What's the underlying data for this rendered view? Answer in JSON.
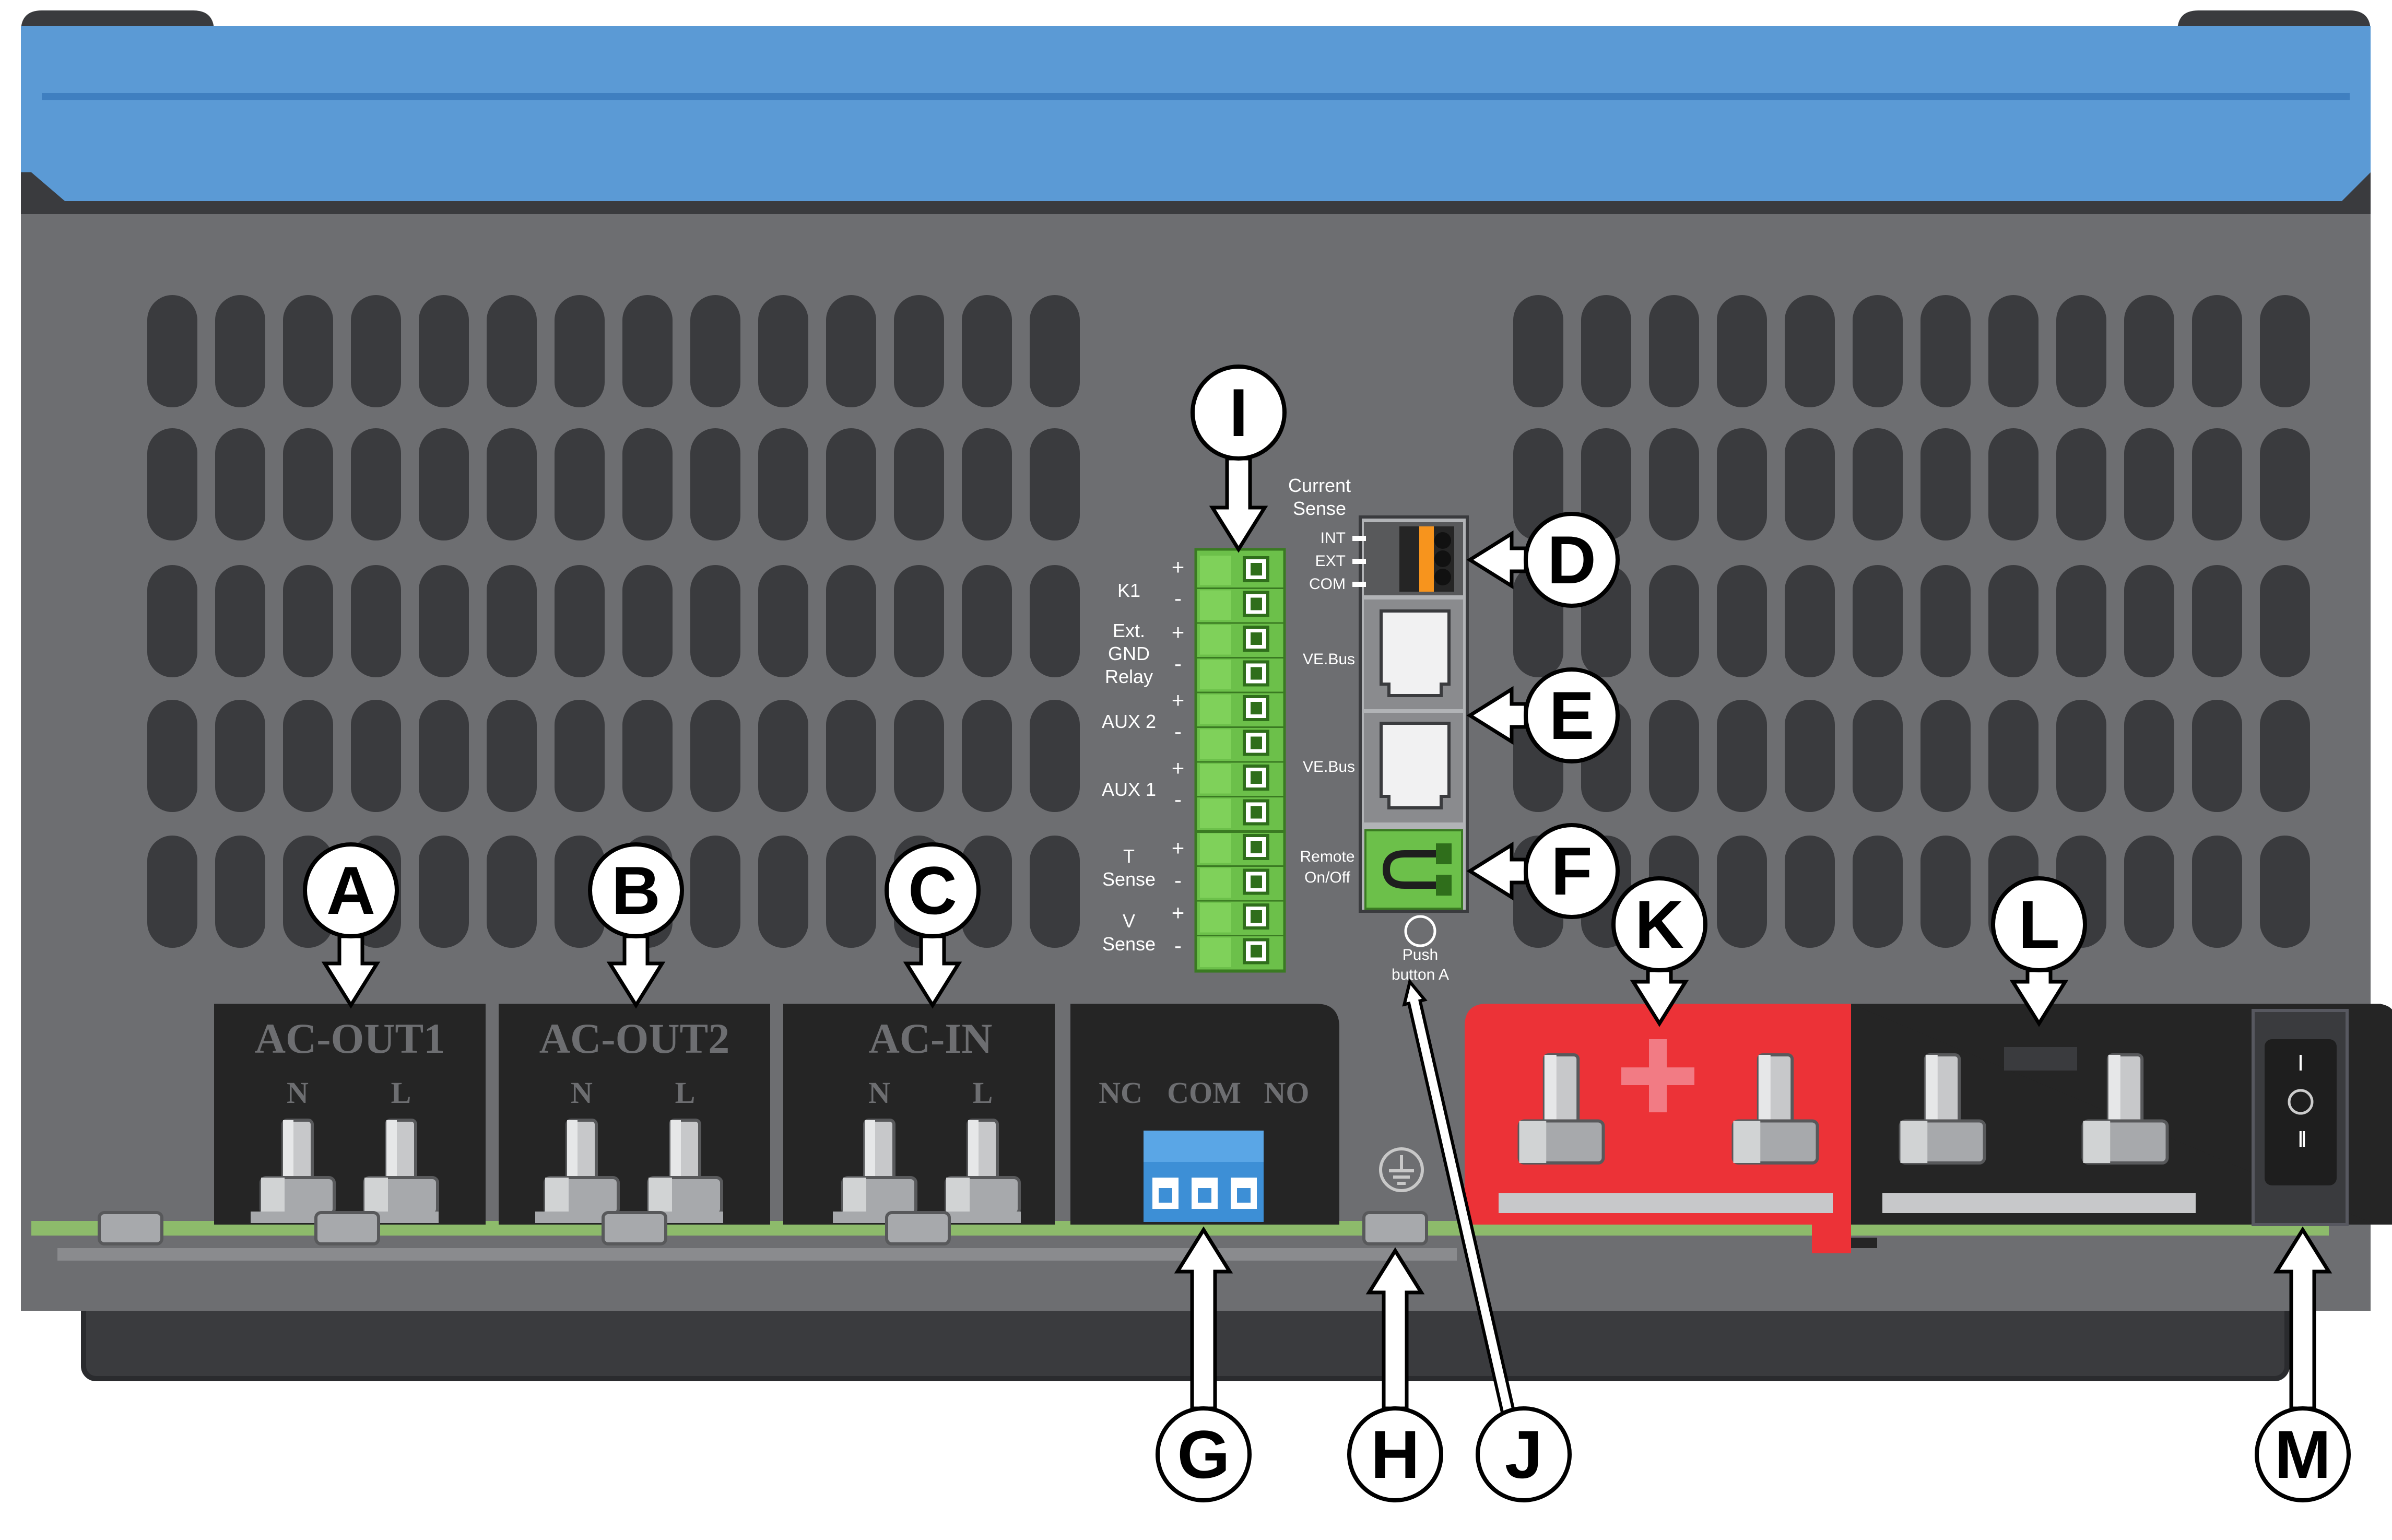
{
  "colors": {
    "case_blue": "#5b9ad5",
    "case_blue_dark": "#3f7fc0",
    "panel_gray": "#6d6e71",
    "body_dark": "#3a3b3e",
    "terminal_green": "#6cc04a",
    "battery_red": "#ec3237",
    "terminal_black": "#252525",
    "relay_blue": "#3d8fd6",
    "pcb_green": "#8dbb6b"
  },
  "terminals": {
    "ac_out1": {
      "title": "AC-OUT1",
      "n": "N",
      "l": "L"
    },
    "ac_out2": {
      "title": "AC-OUT2",
      "n": "N",
      "l": "L"
    },
    "ac_in": {
      "title": "AC-IN",
      "n": "N",
      "l": "L"
    },
    "relay": {
      "nc": "NC",
      "com": "COM",
      "no": "NO"
    }
  },
  "connector_labels": {
    "k1": "K1",
    "ext_gnd_relay": [
      "Ext.",
      "GND",
      "Relay"
    ],
    "aux2": "AUX 2",
    "aux1": "AUX 1",
    "t_sense": [
      "T",
      "Sense"
    ],
    "v_sense": [
      "V",
      "Sense"
    ],
    "plus": "+",
    "minus": "-",
    "current_sense": [
      "Current",
      "Sense"
    ],
    "int": "INT",
    "ext": "EXT",
    "com": "COM",
    "vebus": "VE.Bus",
    "remote_onoff": [
      "Remote",
      "On/Off"
    ],
    "push_button": [
      "Push",
      "button A"
    ]
  },
  "switch": {
    "on_symbol": "I",
    "off_symbol": "O",
    "mid_symbol": "II"
  },
  "battery": {
    "plus_symbol": "+"
  },
  "callouts": [
    "A",
    "B",
    "C",
    "D",
    "E",
    "F",
    "G",
    "H",
    "I",
    "J",
    "K",
    "L",
    "M"
  ]
}
